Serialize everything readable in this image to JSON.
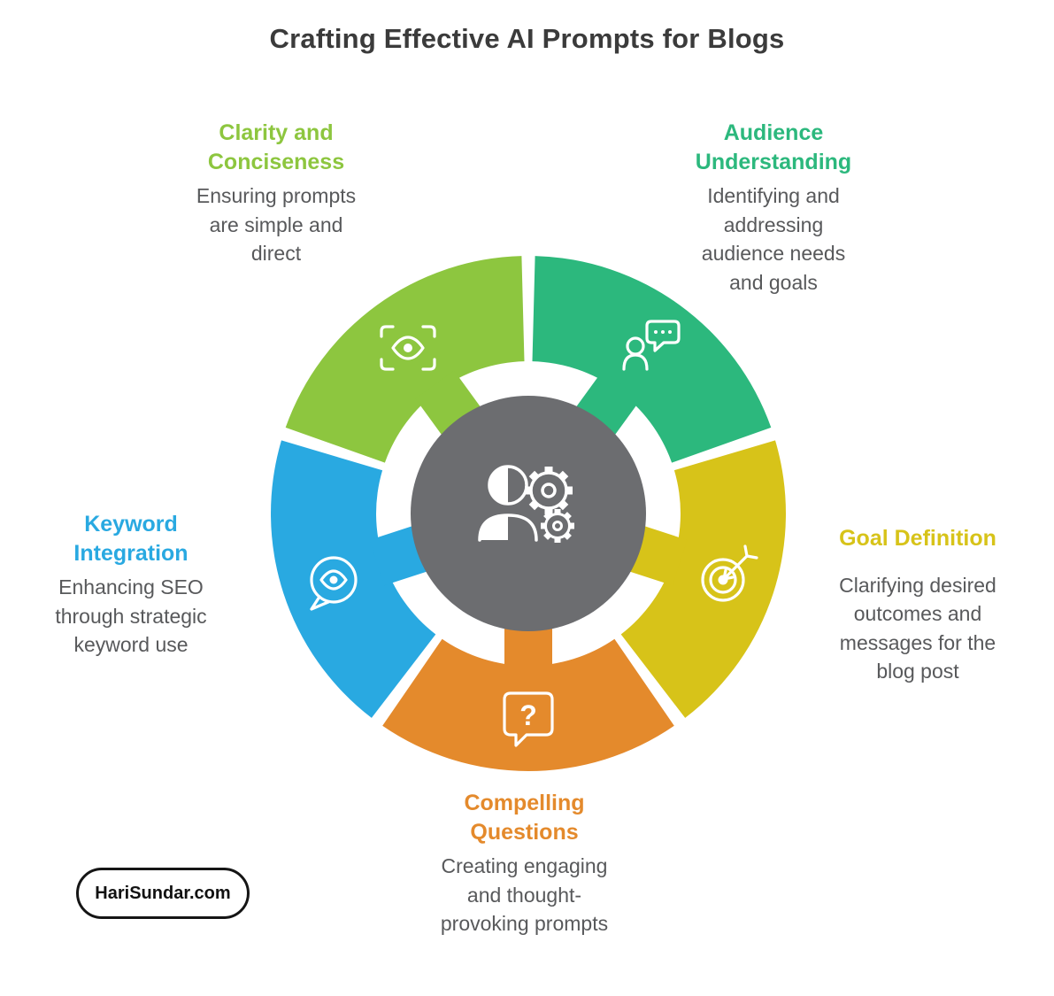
{
  "title": "Crafting Effective AI Prompts for Blogs",
  "colors": {
    "title": "#3B3B3B",
    "body_text": "#58595B",
    "center_circle": "#6C6D70",
    "background": "#FFFFFF"
  },
  "center": {
    "icon": "person-gears-icon"
  },
  "segments": [
    {
      "name": "clarity-conciseness",
      "label": "Clarity and Conciseness",
      "description": "Ensuring prompts are simple and direct",
      "color": "#8DC63F",
      "icon": "eye-scan-icon",
      "position": "top-left"
    },
    {
      "name": "audience-understanding",
      "label": "Audience Understanding",
      "description": "Identifying and addressing audience needs and goals",
      "color": "#2CB87D",
      "icon": "person-chat-icon",
      "position": "top-right"
    },
    {
      "name": "goal-definition",
      "label": "Goal Definition",
      "description": "Clarifying desired outcomes and messages for the blog post",
      "color": "#D7C319",
      "icon": "target-arrow-icon",
      "position": "right"
    },
    {
      "name": "compelling-questions",
      "label": "Compelling Questions",
      "description": "Creating engaging and thought-provoking prompts",
      "color": "#E48A2C",
      "icon": "question-bubble-icon",
      "position": "bottom"
    },
    {
      "name": "keyword-integration",
      "label": "Keyword Integration",
      "description": "Enhancing SEO through strategic keyword use",
      "color": "#29A9E1",
      "icon": "eye-bubble-icon",
      "position": "left"
    }
  ],
  "glyphs": {
    "question_mark": "?"
  },
  "badge": {
    "label": "HariSundar.com"
  }
}
